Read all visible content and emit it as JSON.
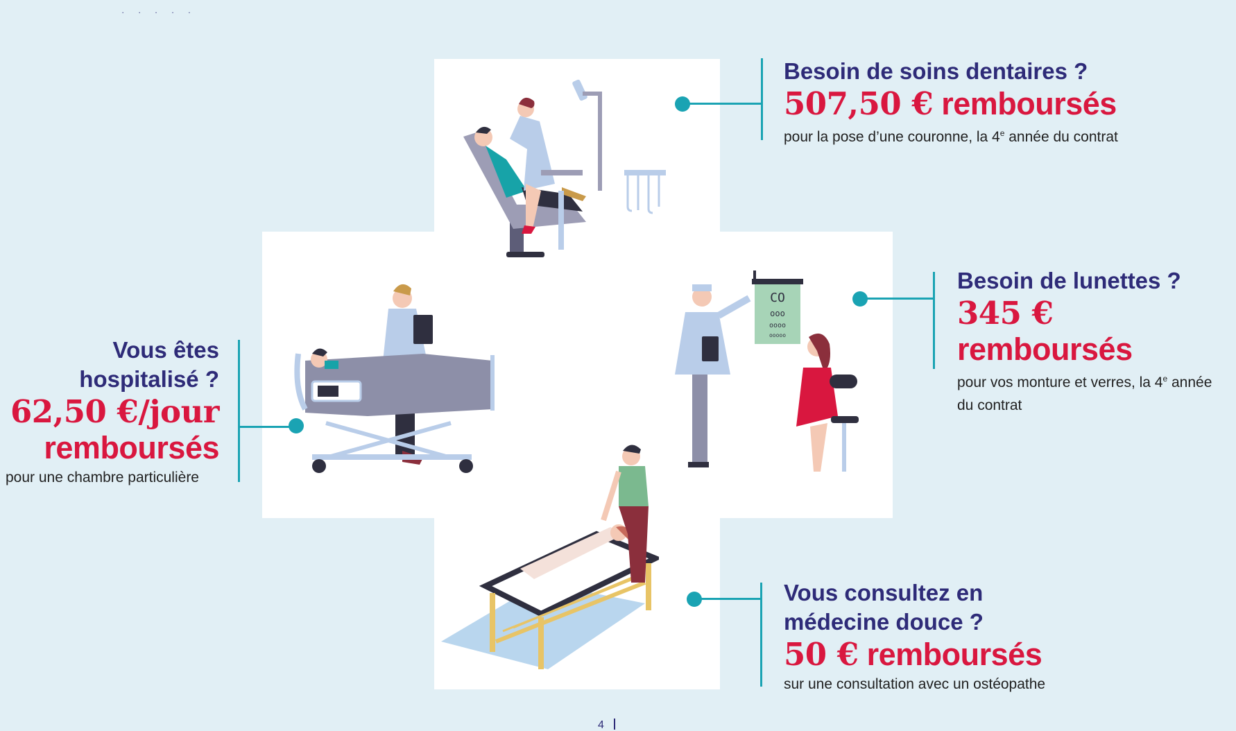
{
  "header": {
    "fragment": "· · ·   ·  ·"
  },
  "callouts": {
    "dental": {
      "question": "Besoin de soins dentaires ?",
      "amount": "507,50 €",
      "amount_unit": " remboursés",
      "note_before": "pour la pose d’une couronne, la 4",
      "note_sup": "e",
      "note_after": " année du contrat"
    },
    "glasses": {
      "question": "Besoin de lunettes ?",
      "amount": "345 €",
      "amount_unit": " remboursés",
      "note_before": "pour vos monture et verres, la 4",
      "note_sup": "e",
      "note_after": " année",
      "note_line2": "du contrat"
    },
    "hospital": {
      "question_line1": "Vous êtes",
      "question_line2": "hospitalisé ?",
      "amount": "62,50 €/jour",
      "amount_line2": "remboursés",
      "note": "pour une chambre particulière"
    },
    "osteo": {
      "question_line1": "Vous consultez en",
      "question_line2": "médecine douce ?",
      "amount": "50 €",
      "amount_unit": " remboursés",
      "note": "sur une consultation avec un ostéopathe"
    }
  },
  "illustrations": {
    "dentist": "dentist-scene",
    "hospital": "hospital-bed-scene",
    "optician": "eye-exam-scene",
    "osteopath": "osteopath-massage-scene"
  },
  "colors": {
    "background": "#e1eff5",
    "accent": "#1aa3b3",
    "title": "#2e2b78",
    "amount": "#d9173f"
  },
  "footer": {
    "page_number": "4"
  }
}
